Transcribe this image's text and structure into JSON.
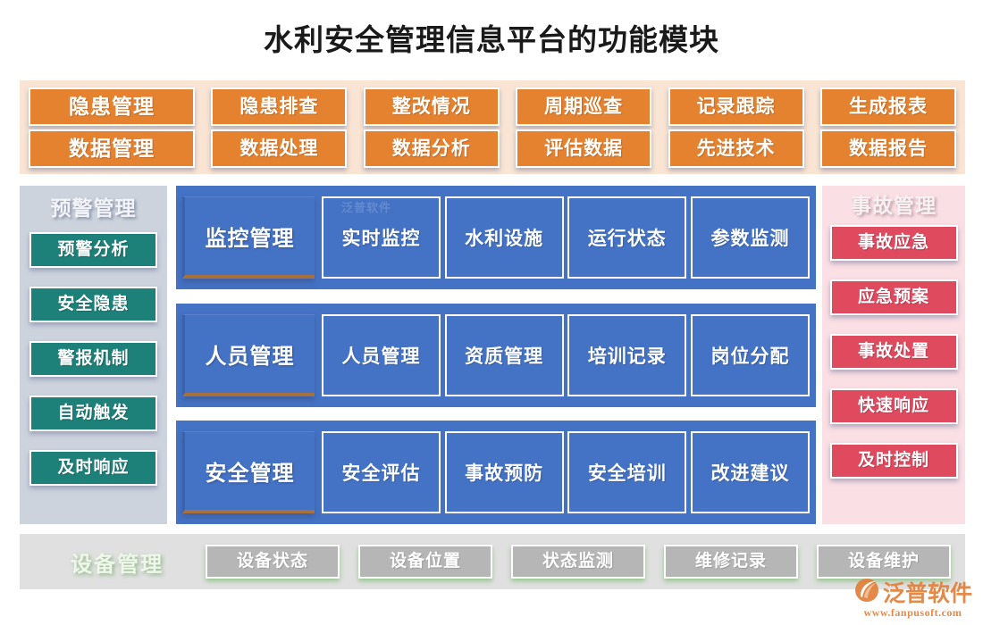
{
  "page": {
    "title": "水利安全管理信息平台的功能模块"
  },
  "top_band": {
    "rows": [
      {
        "lead": "隐患管理",
        "items": [
          "隐患排查",
          "整改情况",
          "周期巡查",
          "记录跟踪",
          "生成报表"
        ]
      },
      {
        "lead": "数据管理",
        "items": [
          "数据处理",
          "数据分析",
          "评估数据",
          "先进技术",
          "数据报告"
        ]
      }
    ],
    "accent_color": "#e5822f",
    "background_color": "#fae5d4"
  },
  "left_panel": {
    "title": "预警管理",
    "items": [
      "预警分析",
      "安全隐患",
      "警报机制",
      "自动触发",
      "及时响应"
    ],
    "accent_color": "#1d8079",
    "background_color": "#ccd3dd"
  },
  "center": {
    "watermark": "泛普软件",
    "rows": [
      {
        "label": "监控管理",
        "items": [
          "实时监控",
          "水利设施",
          "运行状态",
          "参数监测"
        ]
      },
      {
        "label": "人员管理",
        "items": [
          "人员管理",
          "资质管理",
          "培训记录",
          "岗位分配"
        ]
      },
      {
        "label": "安全管理",
        "items": [
          "安全评估",
          "事故预防",
          "安全培训",
          "改进建议"
        ]
      }
    ],
    "accent_color": "#4472c4"
  },
  "right_panel": {
    "title": "事故管理",
    "items": [
      "事故应急",
      "应急预案",
      "事故处置",
      "快速响应",
      "及时控制"
    ],
    "accent_color": "#e04a5f",
    "background_color": "#fadfe4"
  },
  "bottom_band": {
    "title": "设备管理",
    "items": [
      "设备状态",
      "设备位置",
      "状态监测",
      "维修记录",
      "设备维护"
    ],
    "accent_color": "#b6b6b6",
    "background_color": "#e0e0e0"
  },
  "logo": {
    "name": "泛普软件",
    "url": "www.fanpusoft.com",
    "color": "#e1803a"
  }
}
